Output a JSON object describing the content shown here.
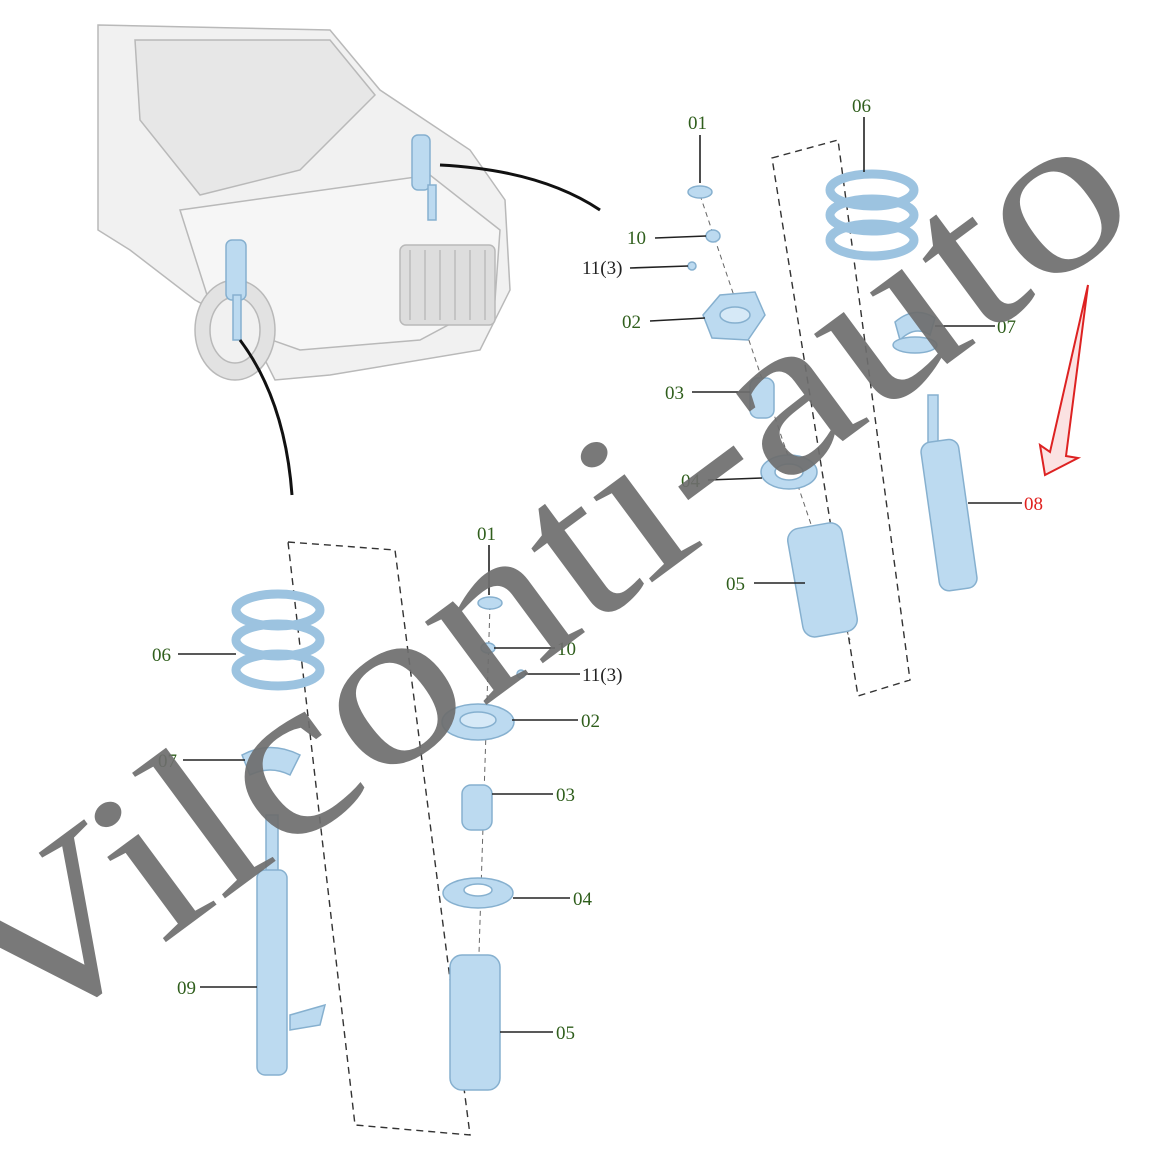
{
  "watermark": "Vilconti-auto",
  "colors": {
    "label": "#2f5e1c",
    "highlight": "#e0201e",
    "part": "#bcdaf0"
  },
  "top_assembly": {
    "labels": {
      "p01": "01",
      "p10": "10",
      "p11": "11(3)",
      "p02": "02",
      "p03": "03",
      "p04": "04",
      "p05": "05",
      "p06": "06",
      "p07": "07",
      "p08": "08"
    }
  },
  "bottom_assembly": {
    "labels": {
      "p01": "01",
      "p10": "10",
      "p11": "11(3)",
      "p02": "02",
      "p03": "03",
      "p04": "04",
      "p05": "05",
      "p06": "06",
      "p07": "07",
      "p09": "09"
    }
  }
}
